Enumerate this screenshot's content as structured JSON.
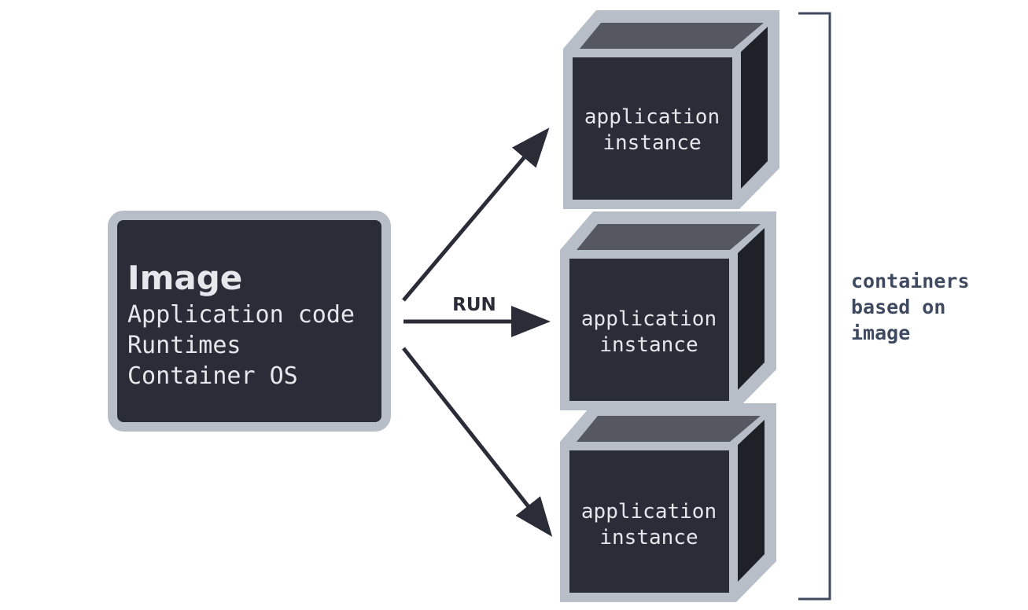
{
  "image_box": {
    "title": "Image",
    "lines": [
      "Application code",
      "Runtimes",
      "Container OS"
    ]
  },
  "arrow_label": "RUN",
  "containers": [
    {
      "line1": "application",
      "line2": "instance"
    },
    {
      "line1": "application",
      "line2": "instance"
    },
    {
      "line1": "application",
      "line2": "instance"
    }
  ],
  "bracket_label": {
    "lines": [
      "containers",
      "based on",
      "image"
    ]
  },
  "colors": {
    "box_fill": "#2a2d37",
    "box_border": "#b8bec7",
    "cube_top": "#555861",
    "cube_side": "#1f2129",
    "text_light": "#e4e7eb",
    "arrow": "#2a2d37",
    "label_text": "#3f4a60",
    "bracket": "#3f4a60"
  }
}
